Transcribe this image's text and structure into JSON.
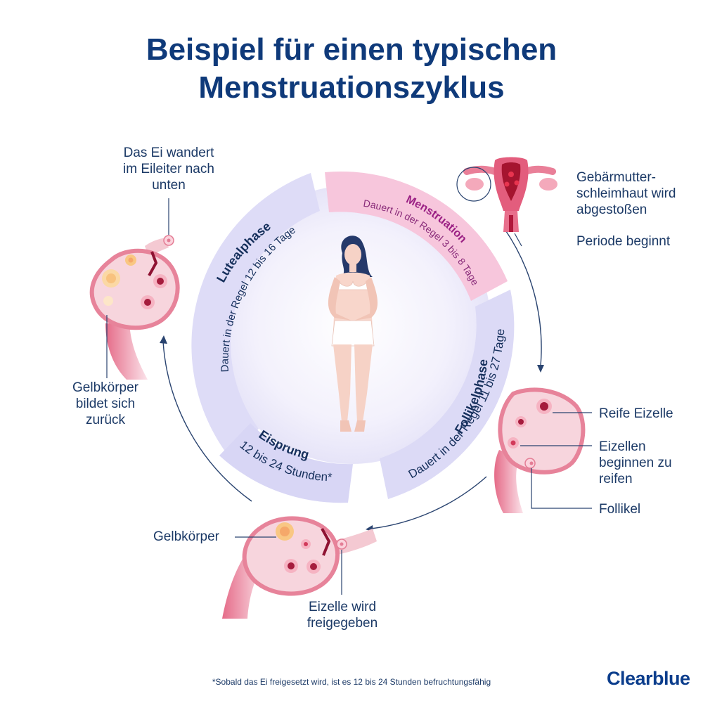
{
  "title": {
    "line1": "Beispiel für einen typischen",
    "line2": "Menstruationszyklus"
  },
  "phases": {
    "menstruation": {
      "name": "Menstruation",
      "duration": "Dauert in der Regel 3 bis 8 Tage"
    },
    "follikel": {
      "name": "Follikelphase",
      "duration": "Dauert in der Regel 11 bis 27 Tage"
    },
    "eisprung": {
      "name": "Eisprung",
      "duration": "12 bis 24 Stunden*"
    },
    "luteal": {
      "name": "Lutealphase",
      "duration": "Dauert in der Regel 12 bis 16 Tage"
    }
  },
  "labels": {
    "uterus": {
      "line1": "Gebärmutter-",
      "line2": "schleimhaut wird",
      "line3": "abgestoßen"
    },
    "periode": "Periode beginnt",
    "reife": "Reife Eizelle",
    "eizellen": {
      "line1": "Eizellen",
      "line2": "beginnen zu",
      "line3": "reifen"
    },
    "follikel": "Follikel",
    "gelbkoerper": "Gelbkörper",
    "freigegeben": {
      "line1": "Eizelle wird",
      "line2": "freigegeben"
    },
    "rueck": {
      "line1": "Gelbkörper",
      "line2": "bildet sich",
      "line3": "zurück"
    },
    "wandert": {
      "line1": "Das Ei wandert",
      "line2": "im Eileiter nach",
      "line3": "unten"
    }
  },
  "footnote": "*Sobald das Ei freigesetzt wird, ist es 12 bis 24 Stunden befruchtungsfähig",
  "brand": "Clearblue",
  "colors": {
    "title": "#0f3a7a",
    "menstruation": "#9a1f83",
    "text": "#1b3966",
    "ring": "#dcdcf7",
    "menstruation_band": "#f6c8de"
  }
}
